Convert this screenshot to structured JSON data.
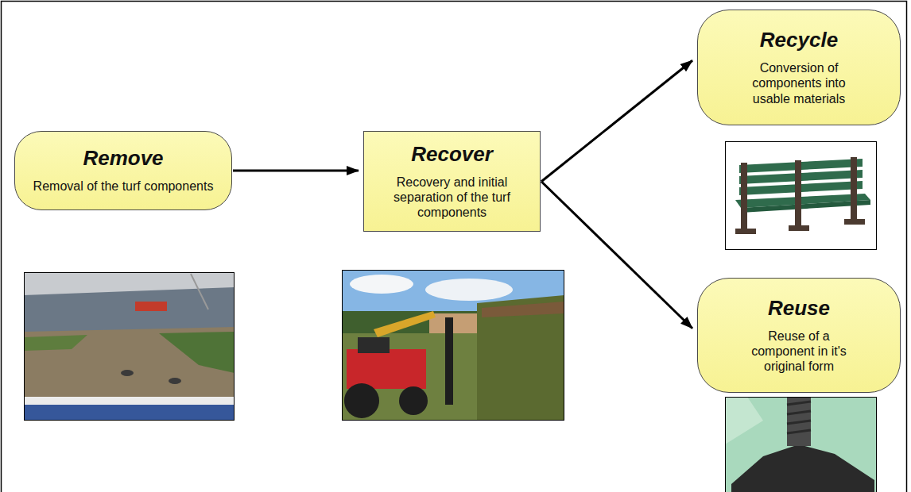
{
  "diagram": {
    "nodes": [
      {
        "text": [
          "Remove",
          "Removal of the turf components"
        ]
      },
      {
        "text": [
          "Recover",
          "Recovery and initial separation of the turf components"
        ]
      },
      {
        "text": [
          "Recycle",
          "Conversion of components into usable materials"
        ]
      },
      {
        "text": [
          "Reuse",
          "Reuse of a component in it's original form"
        ]
      }
    ],
    "edges": [
      {
        "from": 0,
        "to": 1,
        "arrow": "to"
      },
      {
        "from": 1,
        "to": 2,
        "arrow": "to"
      },
      {
        "from": 1,
        "to": 3,
        "arrow": "to"
      }
    ]
  }
}
